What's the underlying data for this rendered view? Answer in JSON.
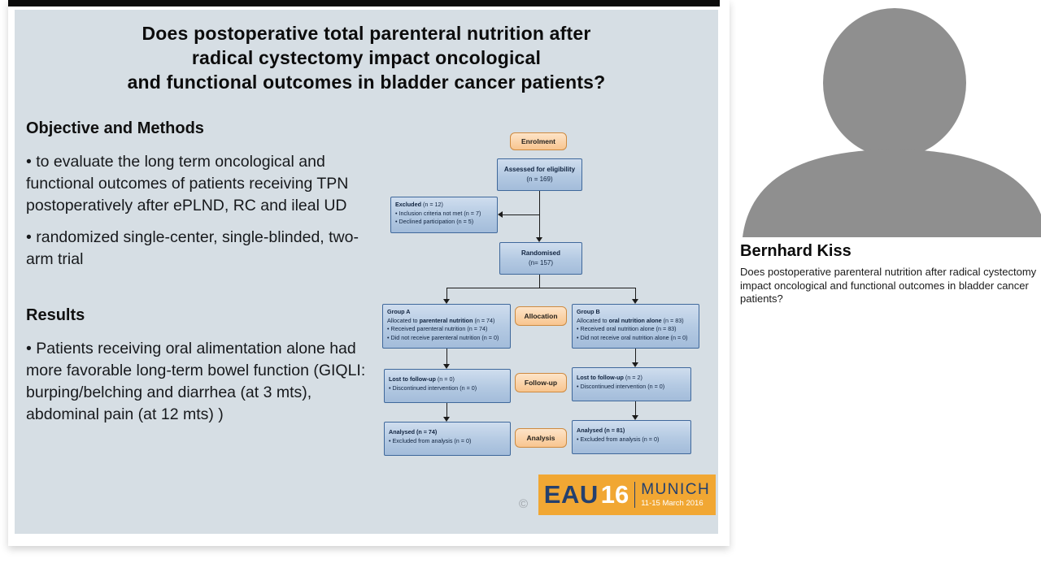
{
  "slide": {
    "title_lines": [
      "Does postoperative total parenteral nutrition after",
      "radical cystectomy impact oncological",
      "and functional outcomes in bladder cancer patients?"
    ],
    "objective": {
      "heading": "Objective and Methods",
      "bullets": [
        "• to evaluate the long term oncological and functional outcomes of patients receiving TPN postoperatively after ePLND, RC and ileal UD",
        "• randomized single-center, single-blinded, two-arm trial"
      ]
    },
    "results": {
      "heading": "Results",
      "bullets": [
        "• Patients receiving oral alimentation alone had more favorable long-term bowel function (GIQLI: burping/belching and diarrhea (at 3 mts), abdominal pain (at 12 mts) )"
      ]
    },
    "watermark": "©"
  },
  "flowchart": {
    "stage_labels": {
      "enrolment": "Enrolment",
      "allocation": "Allocation",
      "followup": "Follow-up",
      "analysis": "Analysis"
    },
    "boxes": {
      "assessed": {
        "line1": "Assessed for eligibility",
        "line2": "(n = 169)"
      },
      "excluded": {
        "title_bold": "Excluded",
        "title_rest": " (n = 12)",
        "bullets": [
          "• Inclusion criteria not met (n = 7)",
          "• Declined participation (n = 5)"
        ]
      },
      "randomised": {
        "line1": "Randomised",
        "line2": "(n= 157)"
      },
      "groupA": {
        "title": "Group A",
        "alloc_prefix": "Allocated to ",
        "alloc_bold": "parenteral nutrition",
        "alloc_suffix": " (n = 74)",
        "bullets": [
          "• Received parenteral nutrition (n = 74)",
          "• Did not receive parenteral nutrition (n = 0)"
        ]
      },
      "groupB": {
        "title": "Group B",
        "alloc_prefix": "Allocated to ",
        "alloc_bold": "oral nutrition alone",
        "alloc_suffix": " (n = 83)",
        "bullets": [
          "• Received oral nutrition alone (n = 83)",
          "• Did not receive oral nutrition alone (n = 0)"
        ]
      },
      "lostA": {
        "title_bold": "Lost to follow-up",
        "title_rest": " (n = 0)",
        "bullets": [
          "• Discontinued intervention (n = 0)"
        ]
      },
      "lostB": {
        "title_bold": "Lost to follow-up",
        "title_rest": " (n = 2)",
        "bullets": [
          "• Discontinued intervention (n = 0)"
        ]
      },
      "analysedA": {
        "title_bold": "Analysed (n = 74)",
        "bullets": [
          "• Excluded from analysis (n = 0)"
        ]
      },
      "analysedB": {
        "title_bold": "Analysed (n = 81)",
        "bullets": [
          "• Excluded from analysis (n = 0)"
        ]
      }
    }
  },
  "logo": {
    "eau": "EAU",
    "year": "16",
    "city": "MUNICH",
    "dates": "11-15 March 2016"
  },
  "speaker": {
    "name": "Bernhard Kiss",
    "description": "Does postoperative parenteral nutrition after radical cystectomy impact oncological and functional outcomes in bladder cancer patients?"
  },
  "colors": {
    "slide_bg": "#d6dee4",
    "flow_box_fill": "#b3c9e2",
    "flow_box_border": "#3f689b",
    "stage_label_fill": "#f8c58f",
    "stage_label_border": "#cd8a40",
    "logo_bg": "#f1a733",
    "logo_navy": "#24406e",
    "silhouette_gray": "#8f8f8f",
    "top_bar_black": "#0b0b0b"
  }
}
